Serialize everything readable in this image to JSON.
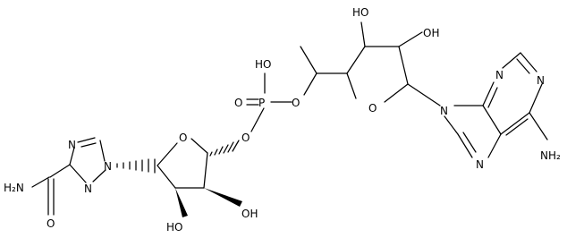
{
  "diagram": {
    "type": "chemical-structure",
    "atom_labels": {
      "nh2_amide": "H₂N",
      "o_amide": "O",
      "n_triazole_top": "N",
      "n_triazole_ring": "N",
      "n_triazole_bottom": "N",
      "o_ribose_left": "O",
      "oh_ribose_left_a": "HO",
      "oh_ribose_left_b": "OH",
      "o_phosphate_ester": "O",
      "p": "P",
      "o_phosphoryl": "O",
      "oh_phosphate": "HO",
      "o_ester_right": "O",
      "o_ribose_right": "O",
      "oh_ribose_right_a": "HO",
      "oh_ribose_right_b": "OH",
      "n9_purine": "N",
      "n7_purine": "N",
      "n3_purine": "N",
      "n1_purine": "N",
      "nh2_adenine": "NH₂"
    }
  }
}
